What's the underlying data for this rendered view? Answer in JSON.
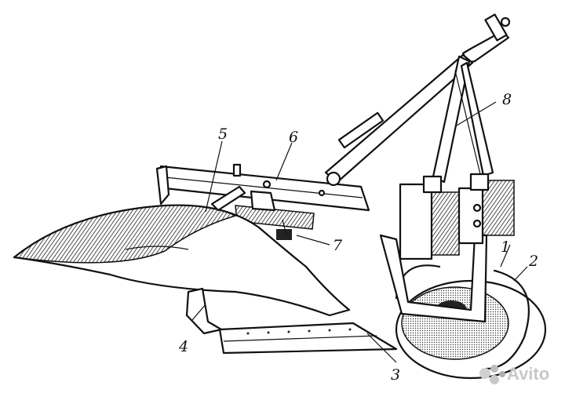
{
  "diagram": {
    "labels": [
      {
        "id": "1",
        "text": "1"
      },
      {
        "id": "2",
        "text": "2"
      },
      {
        "id": "3",
        "text": "3"
      },
      {
        "id": "4",
        "text": "4"
      },
      {
        "id": "5",
        "text": "5"
      },
      {
        "id": "6",
        "text": "6"
      },
      {
        "id": "7",
        "text": "7"
      },
      {
        "id": "8",
        "text": "8"
      }
    ]
  },
  "watermark": {
    "brand": "Avito",
    "colors": {
      "logo": [
        "#d0d0d0",
        "#bcbcbc",
        "#c8c8c8",
        "#b0b0b0"
      ]
    }
  }
}
